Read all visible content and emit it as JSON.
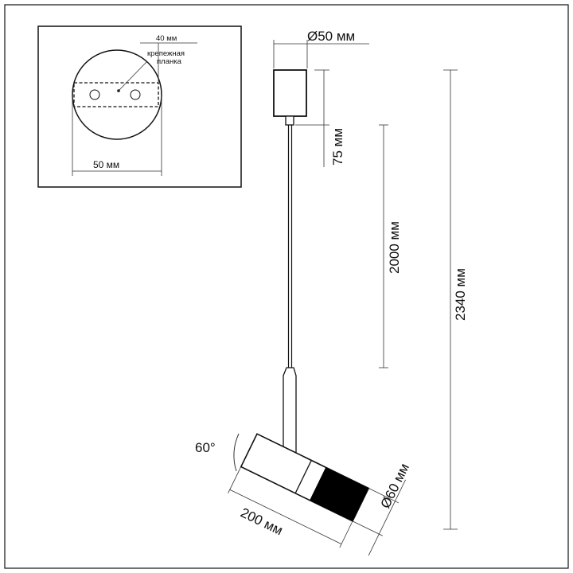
{
  "labels": {
    "inset_plate_width": "40 мм",
    "inset_plate_name_line1": "крепежная",
    "inset_plate_name_line2": "планка",
    "inset_diameter": "50 мм",
    "canopy_diameter": "Ø50 мм",
    "canopy_height": "75 мм",
    "cable_length": "2000 мм",
    "total_height": "2340 мм",
    "tilt_angle": "60°",
    "head_length": "200 мм",
    "head_diameter": "Ø60 мм"
  },
  "colors": {
    "line": "#111111",
    "dimension": "#333333",
    "fill_dark": "#000000",
    "background": "#ffffff"
  }
}
